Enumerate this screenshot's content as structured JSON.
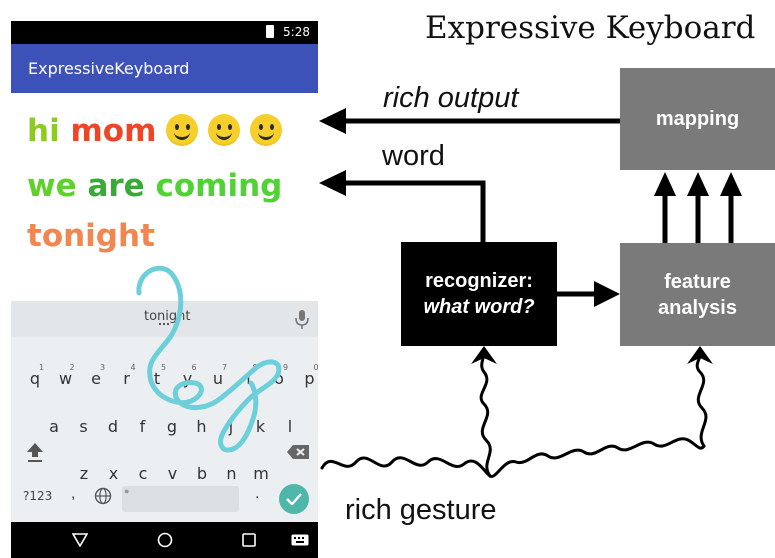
{
  "title": "Expressive Keyboard",
  "phone": {
    "status_time": "5:28",
    "app_title": "ExpressiveKeyboard",
    "lines": [
      {
        "words": [
          {
            "text": "hi",
            "color": "#8ccc1e"
          },
          {
            "text": "mom",
            "color": "#ee4527"
          }
        ],
        "smileys": 3
      },
      {
        "words": [
          {
            "text": "we",
            "color": "#5ed22a"
          },
          {
            "text": "are",
            "color": "#3aa93a"
          },
          {
            "text": "coming",
            "color": "#4fd234"
          }
        ]
      },
      {
        "words": [
          {
            "text": "tonight",
            "color": "#f28650"
          }
        ]
      }
    ],
    "keyboard": {
      "suggestion": "tonight",
      "row1": [
        "q",
        "w",
        "e",
        "r",
        "t",
        "y",
        "u",
        "i",
        "o",
        "p"
      ],
      "row1_numbers": [
        "1",
        "2",
        "3",
        "4",
        "5",
        "6",
        "7",
        "8",
        "9",
        "0"
      ],
      "row2": [
        "a",
        "s",
        "d",
        "f",
        "g",
        "h",
        "j",
        "k",
        "l"
      ],
      "row3": [
        "z",
        "x",
        "c",
        "v",
        "b",
        "n",
        "m"
      ],
      "symbols_key": "?123",
      "comma_key": ",",
      "period_key": "."
    }
  },
  "diagram": {
    "mapping_label": "mapping",
    "feature_label_1": "feature",
    "feature_label_2": "analysis",
    "recognizer_label_1": "recognizer:",
    "recognizer_label_2": "what word?",
    "rich_output_label": "rich output",
    "word_label": "word",
    "rich_gesture_label": "rich gesture"
  },
  "colors": {
    "appbar": "#3d52b8",
    "box_gray": "#7a7a7a",
    "box_black": "#000000",
    "gesture_trace": "#6ccfd9",
    "enter_key": "#4fb7a9"
  }
}
